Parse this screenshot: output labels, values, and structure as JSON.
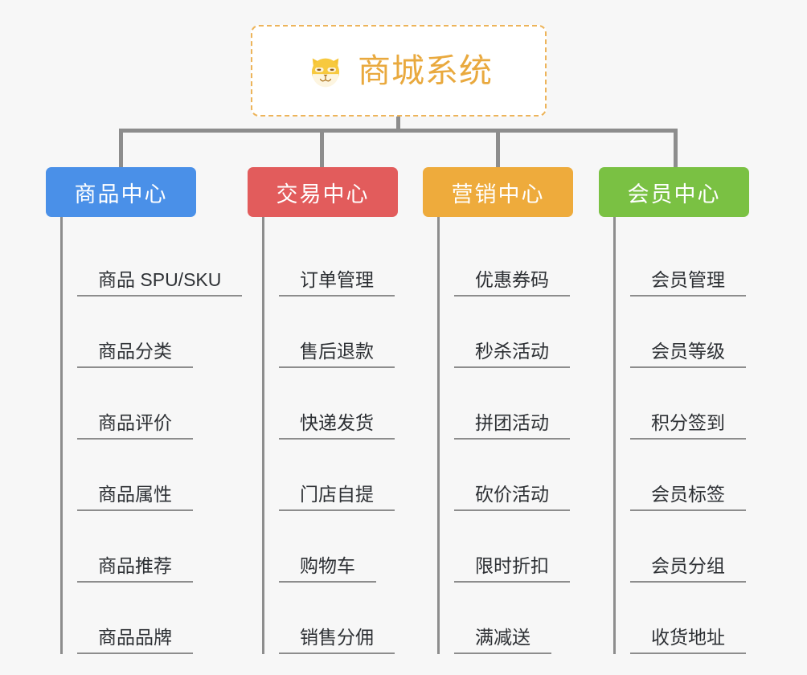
{
  "root": {
    "title": "商城系统",
    "icon": "shiba-dog-face-icon",
    "title_color": "#e9a93e",
    "border_color": "#edb45a",
    "background": "#ffffff"
  },
  "canvas": {
    "background": "#f7f7f7",
    "connector_color": "#8d8d8d"
  },
  "categories": [
    {
      "label": "商品中心",
      "color": "#4a90e8",
      "items": [
        {
          "label": "商品 SPU/SKU"
        },
        {
          "label": "商品分类"
        },
        {
          "label": "商品评价"
        },
        {
          "label": "商品属性"
        },
        {
          "label": "商品推荐"
        },
        {
          "label": "商品品牌"
        }
      ]
    },
    {
      "label": "交易中心",
      "color": "#e25c5c",
      "items": [
        {
          "label": "订单管理"
        },
        {
          "label": "售后退款"
        },
        {
          "label": "快递发货"
        },
        {
          "label": "门店自提"
        },
        {
          "label": "购物车"
        },
        {
          "label": "销售分佣"
        }
      ]
    },
    {
      "label": "营销中心",
      "color": "#eeab3c",
      "items": [
        {
          "label": "优惠券码"
        },
        {
          "label": "秒杀活动"
        },
        {
          "label": "拼团活动"
        },
        {
          "label": "砍价活动"
        },
        {
          "label": "限时折扣"
        },
        {
          "label": "满减送"
        }
      ]
    },
    {
      "label": "会员中心",
      "color": "#7ac143",
      "items": [
        {
          "label": "会员管理"
        },
        {
          "label": "会员等级"
        },
        {
          "label": "积分签到"
        },
        {
          "label": "会员标签"
        },
        {
          "label": "会员分组"
        },
        {
          "label": "收货地址"
        }
      ]
    }
  ]
}
